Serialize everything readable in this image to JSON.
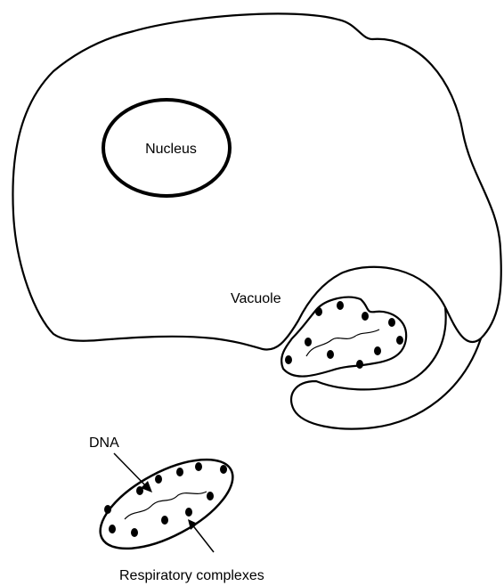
{
  "labels": {
    "nucleus": "Nucleus",
    "vacuole": "Vacuole",
    "dna": "DNA",
    "respiratory": "Respiratory complexes"
  },
  "colors": {
    "stroke": "#000000",
    "background": "#ffffff"
  }
}
